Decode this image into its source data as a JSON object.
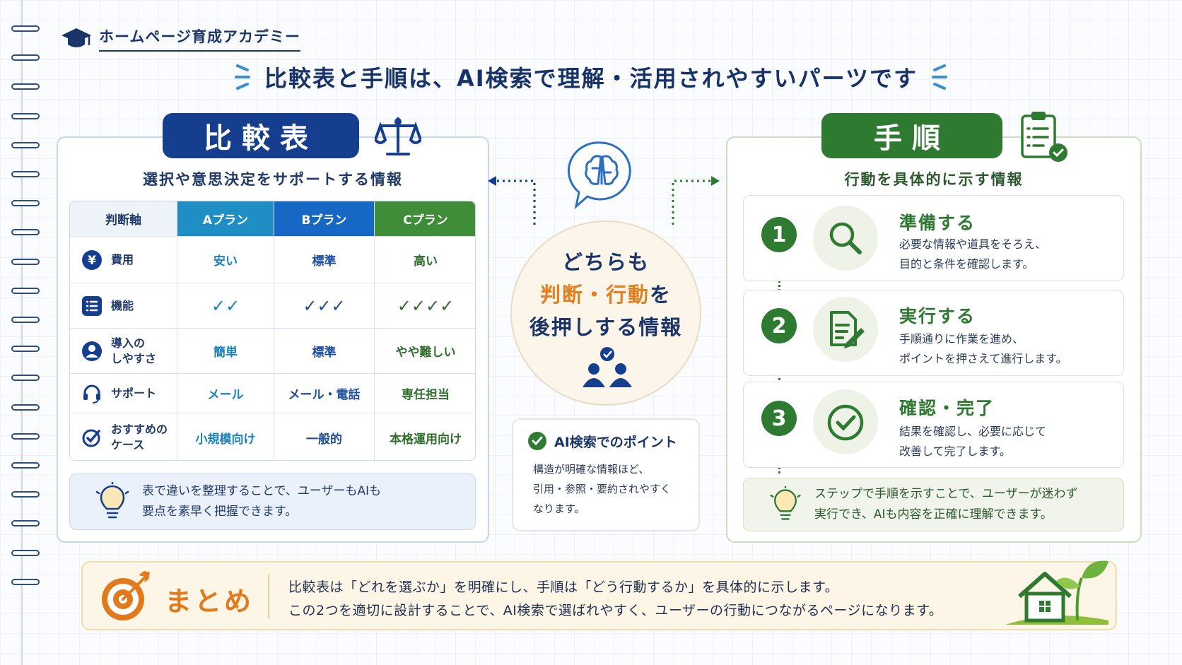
{
  "brand": {
    "name": "ホームページ育成アカデミー"
  },
  "headline": "比較表と手順は、AI検索で理解・活用されやすいパーツです",
  "compare": {
    "title": "比較表",
    "subtitle": "選択や意思決定をサポートする情報",
    "columns": [
      "判断軸",
      "Aプラン",
      "Bプラン",
      "Cプラン"
    ],
    "rows": [
      {
        "icon": "yen-icon",
        "label": "費用",
        "values": [
          "安い",
          "標準",
          "高い"
        ]
      },
      {
        "icon": "list-icon",
        "label": "機能",
        "values": [
          "✓✓",
          "✓✓✓",
          "✓✓✓✓"
        ]
      },
      {
        "icon": "user-icon",
        "label": "導入の\nしやすさ",
        "values": [
          "簡単",
          "標準",
          "やや難しい"
        ]
      },
      {
        "icon": "headset-icon",
        "label": "サポート",
        "values": [
          "メール",
          "メール・電話",
          "専任担当"
        ]
      },
      {
        "icon": "target-check-icon",
        "label": "おすすめの\nケース",
        "values": [
          "小規模向け",
          "一般的",
          "本格運用向け"
        ]
      }
    ],
    "tip": "表で違いを整理することで、ユーザーもAIも\n要点を素早く把握できます。"
  },
  "center": {
    "line1": "どちらも",
    "line2_accent": "判断・行動",
    "line2_rest": "を",
    "line3": "後押しする情報",
    "point_title": "AI検索でのポイント",
    "point_text": "構造が明確な情報ほど、\n引用・参照・要約されやすく\nなります。"
  },
  "steps": {
    "title": "手順",
    "subtitle": "行動を具体的に示す情報",
    "items": [
      {
        "num": "1",
        "icon": "search-icon",
        "title": "準備する",
        "desc": "必要な情報や道具をそろえ、\n目的と条件を確認します。"
      },
      {
        "num": "2",
        "icon": "document-edit-icon",
        "title": "実行する",
        "desc": "手順通りに作業を進め、\nポイントを押さえて進行します。"
      },
      {
        "num": "3",
        "icon": "check-circle-icon",
        "title": "確認・完了",
        "desc": "結果を確認し、必要に応じて\n改善して完了します。"
      }
    ],
    "tip": "ステップで手順を示すことで、ユーザーが迷わず\n実行でき、AIも内容を正確に理解できます。"
  },
  "summary": {
    "label": "まとめ",
    "text": "比較表は「どれを選ぶか」を明確にし、手順は「どう行動するか」を具体的に示します。\nこの2つを適切に設計することで、AI検索で選ばれやすく、ユーザーの行動につながるページになります。"
  },
  "colors": {
    "navy": "#163e8f",
    "green": "#2f7a31",
    "orange": "#e2801f",
    "planA": "#1e8ec5",
    "planB": "#1767c4",
    "planC": "#3f8c39"
  }
}
